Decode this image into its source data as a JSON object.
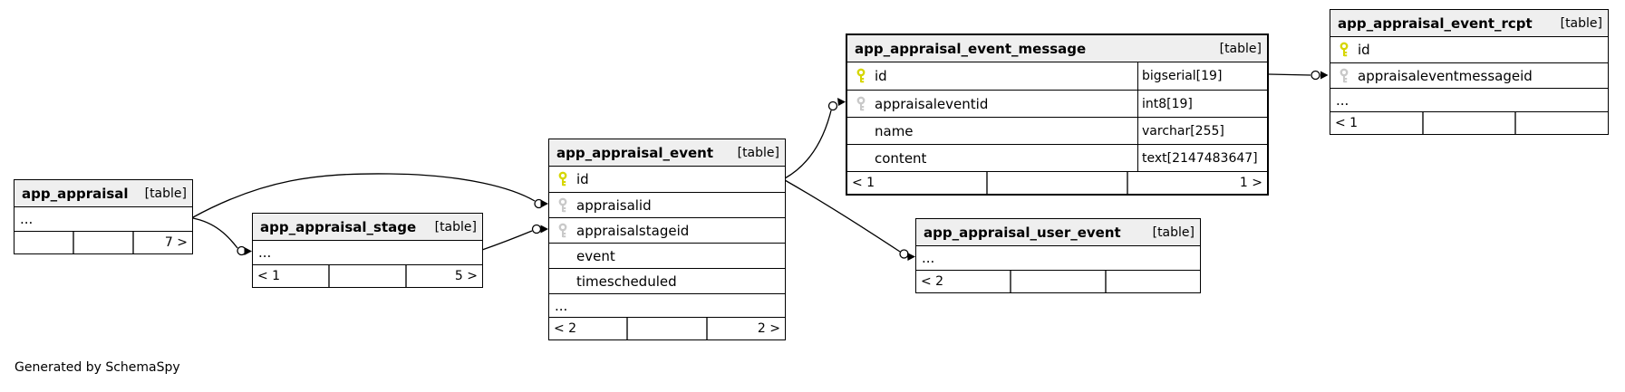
{
  "footer_note": "Generated by SchemaSpy",
  "colors": {
    "pk_key": "#d6d600",
    "fk_key": "#c9c9c9"
  },
  "tables": {
    "app_appraisal": {
      "title": "app_appraisal",
      "badge": "[table]",
      "ellipsis": "...",
      "footer": {
        "left": "",
        "center": "",
        "right": "7 >"
      }
    },
    "app_appraisal_stage": {
      "title": "app_appraisal_stage",
      "badge": "[table]",
      "ellipsis": "...",
      "footer": {
        "left": "< 1",
        "center": "",
        "right": "5 >"
      }
    },
    "app_appraisal_event": {
      "title": "app_appraisal_event",
      "badge": "[table]",
      "columns": [
        {
          "name": "id",
          "key": "pk"
        },
        {
          "name": "appraisalid",
          "key": "fk"
        },
        {
          "name": "appraisalstageid",
          "key": "fk"
        },
        {
          "name": "event",
          "key": ""
        },
        {
          "name": "timescheduled",
          "key": ""
        }
      ],
      "ellipsis": "...",
      "footer": {
        "left": "< 2",
        "center": "",
        "right": "2 >"
      }
    },
    "app_appraisal_event_message": {
      "title": "app_appraisal_event_message",
      "badge": "[table]",
      "columns": [
        {
          "name": "id",
          "type": "bigserial[19]",
          "key": "pk"
        },
        {
          "name": "appraisaleventid",
          "type": "int8[19]",
          "key": "fk"
        },
        {
          "name": "name",
          "type": "varchar[255]",
          "key": ""
        },
        {
          "name": "content",
          "type": "text[2147483647]",
          "key": ""
        }
      ],
      "footer": {
        "left": "< 1",
        "center": "",
        "right": "1 >"
      }
    },
    "app_appraisal_event_rcpt": {
      "title": "app_appraisal_event_rcpt",
      "badge": "[table]",
      "columns": [
        {
          "name": "id",
          "key": "pk"
        },
        {
          "name": "appraisaleventmessageid",
          "key": "fk"
        }
      ],
      "ellipsis": "...",
      "footer": {
        "left": "< 1",
        "center": "",
        "right": ""
      }
    },
    "app_appraisal_user_event": {
      "title": "app_appraisal_user_event",
      "badge": "[table]",
      "ellipsis": "...",
      "footer": {
        "left": "< 2",
        "center": "",
        "right": ""
      }
    }
  },
  "relationships": [
    {
      "from": "app_appraisal",
      "to": "app_appraisal_stage"
    },
    {
      "from": "app_appraisal",
      "to": "app_appraisal_event.appraisalid"
    },
    {
      "from": "app_appraisal_stage",
      "to": "app_appraisal_event.appraisalstageid"
    },
    {
      "from": "app_appraisal_event.id",
      "to": "app_appraisal_event_message.appraisaleventid"
    },
    {
      "from": "app_appraisal_event.id",
      "to": "app_appraisal_user_event"
    },
    {
      "from": "app_appraisal_event_message.id",
      "to": "app_appraisal_event_rcpt.appraisaleventmessageid"
    }
  ]
}
